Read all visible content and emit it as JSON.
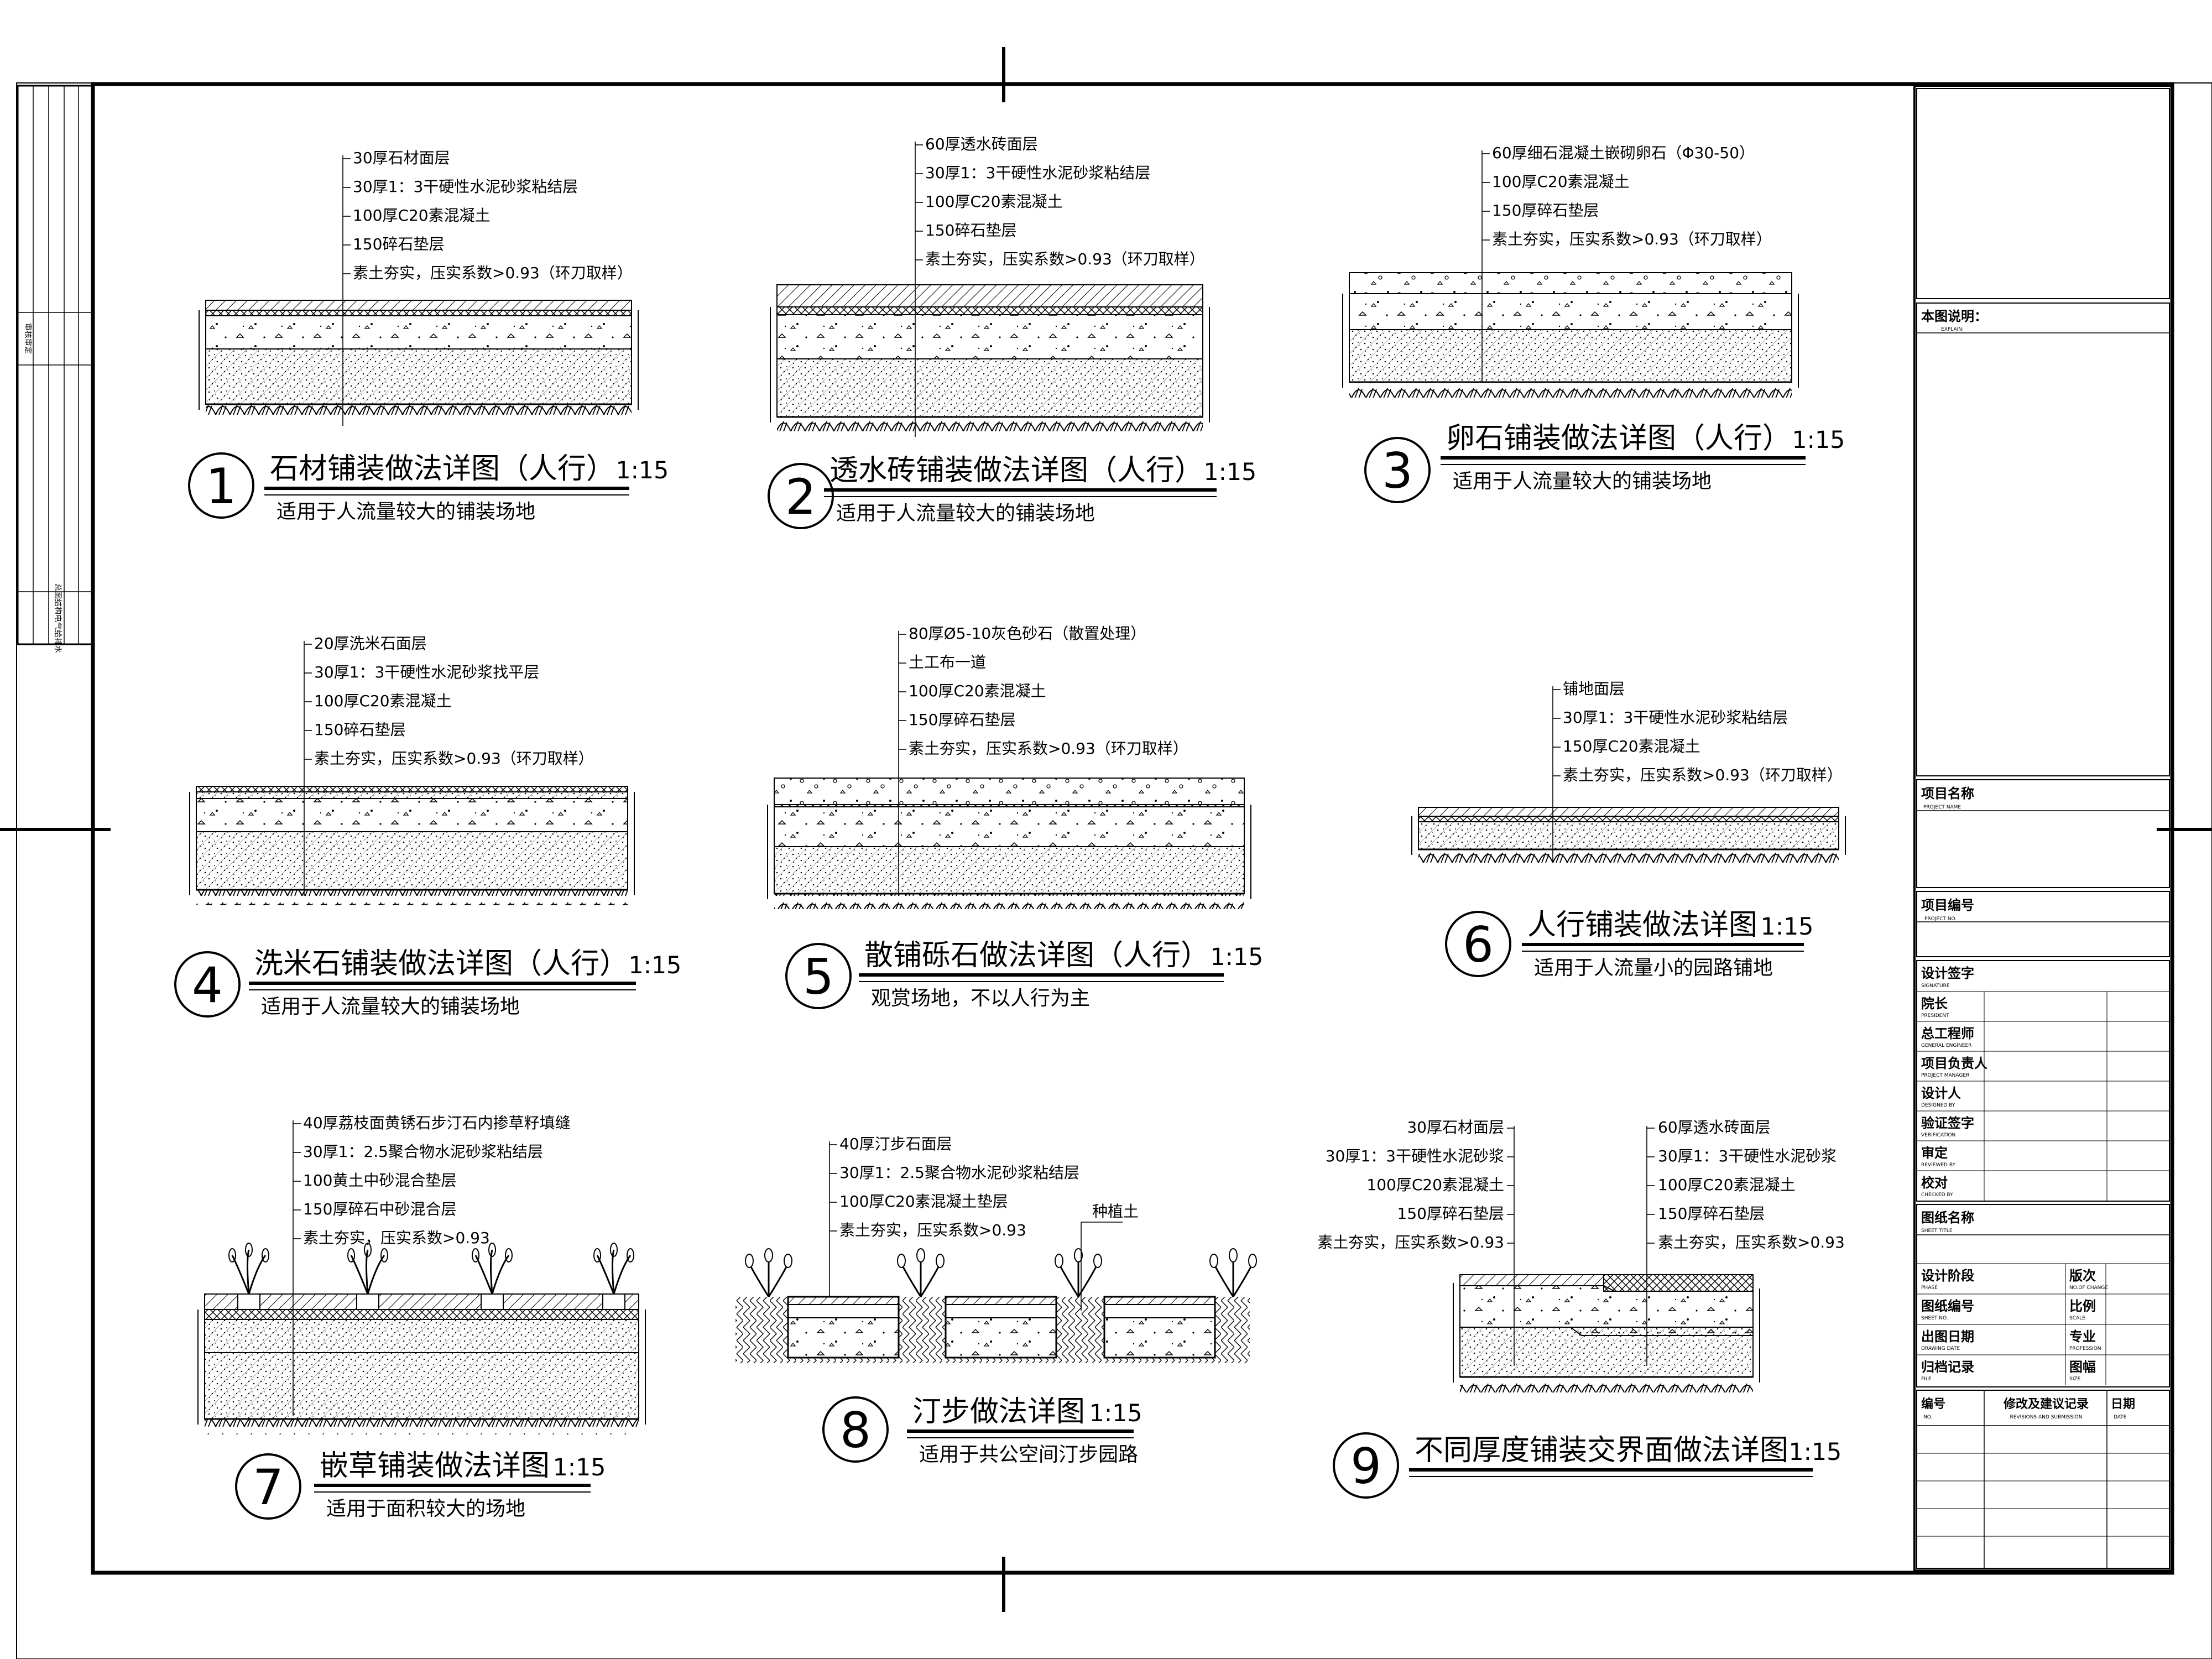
{
  "details": [
    {
      "id": "d1",
      "num": "1",
      "title": "石材铺装做法详图（人行）",
      "scale": "1:15",
      "subtitle": "适用于人流量较大的铺装场地",
      "layers": [
        "30厚石材面层",
        "30厚1：3干硬性水泥砂浆粘结层",
        "100厚C20素混凝土",
        "150碎石垫层",
        "素土夯实，压实系数>0.93（环刀取样）"
      ]
    },
    {
      "id": "d2",
      "num": "2",
      "title": "透水砖铺装做法详图（人行）",
      "scale": "1:15",
      "subtitle": "适用于人流量较大的铺装场地",
      "layers": [
        "60厚透水砖面层",
        "30厚1：3干硬性水泥砂浆粘结层",
        "100厚C20素混凝土",
        "150碎石垫层",
        "素土夯实，压实系数>0.93（环刀取样）"
      ]
    },
    {
      "id": "d3",
      "num": "3",
      "title": "卵石铺装做法详图（人行）",
      "scale": "1:15",
      "subtitle": "适用于人流量较大的铺装场地",
      "layers": [
        "60厚细石混凝土嵌砌卵石（Φ30-50）",
        "100厚C20素混凝土",
        "150厚碎石垫层",
        "素土夯实，压实系数>0.93（环刀取样）"
      ]
    },
    {
      "id": "d4",
      "num": "4",
      "title": "洗米石铺装做法详图（人行）",
      "scale": "1:15",
      "subtitle": "适用于人流量较大的铺装场地",
      "layers": [
        "20厚洗米石面层",
        "30厚1：3干硬性水泥砂浆找平层",
        "100厚C20素混凝土",
        "150碎石垫层",
        "素土夯实，压实系数>0.93（环刀取样）"
      ]
    },
    {
      "id": "d5",
      "num": "5",
      "title": "散铺砾石做法详图（人行）",
      "scale": "1:15",
      "subtitle": "观赏场地，不以人行为主",
      "layers": [
        "80厚Ø5-10灰色砂石（散置处理）",
        "土工布一道",
        "100厚C20素混凝土",
        "150厚碎石垫层",
        "素土夯实，压实系数>0.93（环刀取样）"
      ]
    },
    {
      "id": "d6",
      "num": "6",
      "title": "人行铺装做法详图",
      "scale": "1:15",
      "subtitle": "适用于人流量小的园路铺地",
      "layers": [
        "铺地面层",
        "30厚1：3干硬性水泥砂浆粘结层",
        "150厚C20素混凝土",
        "素土夯实，压实系数>0.93（环刀取样）"
      ]
    },
    {
      "id": "d7",
      "num": "7",
      "title": "嵌草铺装做法详图",
      "scale": "1:15",
      "subtitle": "适用于面积较大的场地",
      "layers": [
        "40厚荔枝面黄锈石步汀石内掺草籽填缝",
        "30厚1：2.5聚合物水泥砂浆粘结层",
        "100黄土中砂混合垫层",
        "150厚碎石中砂混合层",
        "素土夯实，压实系数>0.93"
      ]
    },
    {
      "id": "d8",
      "num": "8",
      "title": "汀步做法详图",
      "scale": "1:15",
      "subtitle": "适用于共公空间汀步园路",
      "layers": [
        "40厚汀步石面层",
        "30厚1：2.5聚合物水泥砂浆粘结层",
        "100厚C20素混凝土垫层",
        "素土夯实，压实系数>0.93"
      ],
      "extra_label": "种植土"
    },
    {
      "id": "d9",
      "num": "9",
      "title": "不同厚度铺装交界面做法详图",
      "scale": "1:15",
      "layers_left": [
        "30厚石材面层",
        "30厚1：3干硬性水泥砂浆",
        "100厚C20素混凝土",
        "150厚碎石垫层",
        "素土夯实，压实系数>0.93"
      ],
      "layers_right": [
        "60厚透水砖面层",
        "30厚1：3干硬性水泥砂浆",
        "100厚C20素混凝土",
        "150厚碎石垫层",
        "素土夯实，压实系数>0.93"
      ]
    }
  ],
  "left_strip": {
    "top_text": "审核审定",
    "bottom_text": "总图结构电气给排水"
  },
  "title_block": {
    "explain": "本图说明：",
    "explain_en": "EXPLAIN:",
    "project_name": "项目名称",
    "project_name_en": "PROJECT NAME",
    "project_no": "项目编号",
    "project_no_en": "PROJECT NO.",
    "signature": "设计签字",
    "signature_en": "SIGNATURE",
    "roles": [
      {
        "cn": "院长",
        "en": "PRESIDENT"
      },
      {
        "cn": "总工程师",
        "en": "GENERAL ENGINEER"
      },
      {
        "cn": "项目负责人",
        "en": "PROJECT MANAGER"
      },
      {
        "cn": "设计人",
        "en": "DESIGNED BY"
      },
      {
        "cn": "验证签字",
        "en": "VERIFICATION"
      },
      {
        "cn": "审定",
        "en": "REVIEWED BY"
      },
      {
        "cn": "校对",
        "en": "CHECKED BY"
      }
    ],
    "sheet_title": "图纸名称",
    "sheet_title_en": "SHEET TITLE",
    "info_rows": [
      {
        "cn": "设计阶段",
        "en": "PHASE",
        "cn2": "版次",
        "en2": "NO.OF CHANGE"
      },
      {
        "cn": "图纸编号",
        "en": "SHEET NO.",
        "cn2": "比例",
        "en2": "SCALE"
      },
      {
        "cn": "出图日期",
        "en": "DRAWING DATE",
        "cn2": "专业",
        "en2": "PROFESSION"
      },
      {
        "cn": "归档记录",
        "en": "FILE",
        "cn2": "图幅",
        "en2": "SIZE"
      }
    ],
    "revision_no": "编号",
    "revision_no_en": "NO.",
    "revision_desc": "修改及建议记录",
    "revision_desc_en": "REVISIONS AND SUBMISSION",
    "revision_date": "日期",
    "revision_date_en": "DATE"
  }
}
